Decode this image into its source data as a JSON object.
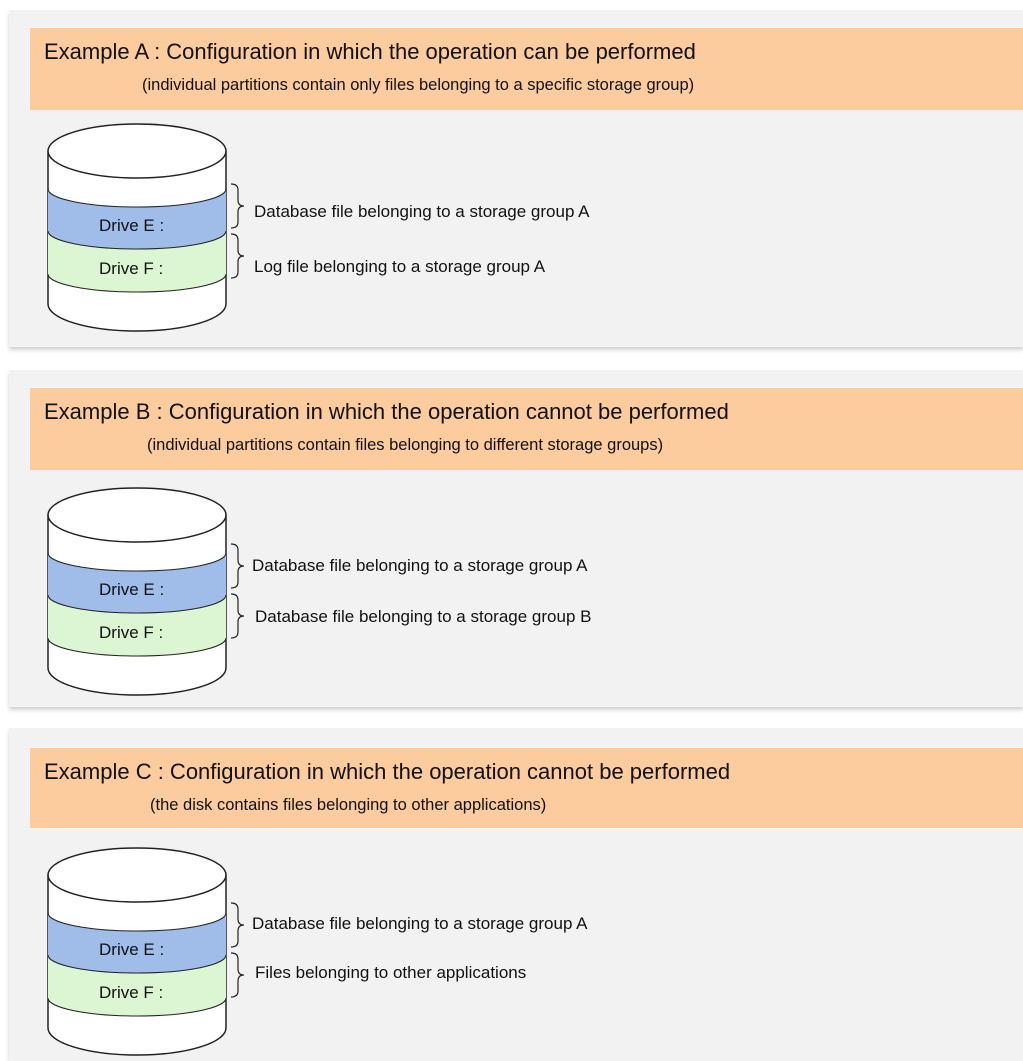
{
  "panels": [
    {
      "title": "Example A : Configuration in which the operation can be performed",
      "subtitle": "(individual partitions contain only files belonging to a specific storage group)",
      "drives": [
        {
          "label": "Drive E :",
          "description": "Database file belonging to a storage group A"
        },
        {
          "label": "Drive F :",
          "description": "Log file belonging to a storage group A"
        }
      ]
    },
    {
      "title": "Example B : Configuration in which the operation cannot be performed",
      "subtitle": "(individual partitions contain files belonging to different storage groups)",
      "drives": [
        {
          "label": "Drive E :",
          "description": "Database file belonging to a storage group A"
        },
        {
          "label": "Drive F :",
          "description": "Database file belonging to a storage group B"
        }
      ]
    },
    {
      "title": "Example C : Configuration in which the operation cannot be performed",
      "subtitle": "(the disk contains files belonging to other applications)",
      "drives": [
        {
          "label": "Drive E :",
          "description": "Database file belonging to a storage group A"
        },
        {
          "label": "Drive F :",
          "description": "Files belonging to other applications"
        }
      ]
    }
  ],
  "colors": {
    "panel_bg": "#f2f2f2",
    "header_bg": "#fccb9e",
    "drive_e": "#9fbde8",
    "drive_f": "#dcf5d2",
    "disk_outline": "#222222"
  }
}
